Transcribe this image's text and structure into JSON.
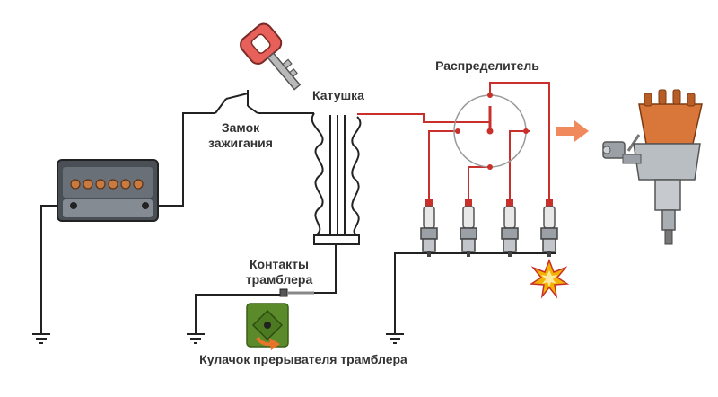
{
  "labels": {
    "ignition_lock_line1": "Замок",
    "ignition_lock_line2": "зажигания",
    "coil": "Катушка",
    "distributor": "Распределитель",
    "breaker_contacts_line1": "Контакты",
    "breaker_contacts_line2": "трамблера",
    "cam": "Кулачок прерывателя трамблера"
  },
  "icons": {
    "key": "key-icon",
    "battery": "battery-icon",
    "coil": "ignition-coil-icon",
    "rotor": "distributor-rotor-icon",
    "spark_plug": "spark-plug-icon",
    "spark": "spark-icon",
    "cam": "breaker-cam-icon",
    "arrow": "arrow-right-icon",
    "distributor_photo": "distributor-icon",
    "ground": "ground-icon"
  },
  "colors": {
    "wire_high_voltage": "#c9302c",
    "wire_low_voltage": "#222222",
    "key_body": "#e8605a",
    "arrow": "#f08a5d",
    "battery_terminal": "#c87a40",
    "distributor_cap": "#d9773a",
    "cam_background": "#5a8a2a",
    "cam_arrow": "#e8742a"
  },
  "spark_plugs_count": 4
}
